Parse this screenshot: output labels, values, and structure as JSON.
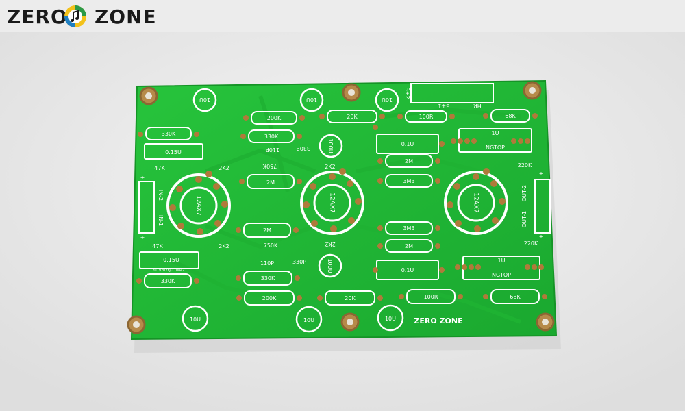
{
  "brand": {
    "left": "ZERO",
    "right": "ZONE"
  },
  "pcb": {
    "resistors": {
      "r330k_a": "330K",
      "r200k_a": "200K",
      "r330k_b": "330K",
      "r20k_a": "20K",
      "r100r_a": "100R",
      "r68k_a": "68K",
      "r47k_a": "47K",
      "r2k2_a": "2K2",
      "r750k_a": "750K",
      "r2k2_b": "2K2",
      "r2m_a": "2M",
      "r2m_b": "2M",
      "r3m3_a": "3M3",
      "r220k_a": "220K",
      "r2m_c": "2M",
      "r3m3_b": "3M3",
      "r2m_d": "2M",
      "r47k_b": "47K",
      "r2k2_c": "2K2",
      "r750k_b": "750K",
      "r2k2_d": "2K2",
      "r220k_b": "220K",
      "r330k_c": "330K",
      "r330k_d": "330K",
      "r200k_b": "200K",
      "r20k_b": "20K",
      "r100r_b": "100R",
      "r68k_b": "68K"
    },
    "caps": {
      "c10u_a": "10U",
      "c10u_b": "10U",
      "c10u_c": "10U",
      "c100u_a": "100U",
      "c100u_b": "100U",
      "c10u_d": "10U",
      "c10u_e": "10U",
      "c10u_f": "10U",
      "c015u_a": "0.15U",
      "c015u_b": "0.15U",
      "c01u_a": "0.1U",
      "c01u_b": "0.1U",
      "c110p_a": "110P",
      "c330p_a": "330P",
      "c110p_b": "110P",
      "c330p_b": "330P",
      "c1u_a": "1U",
      "c1u_b": "1U"
    },
    "tubes": {
      "v1": "12AX7",
      "v2": "12AX7",
      "v3": "12AX7"
    },
    "labels": {
      "ngtop_a": "NGTOP",
      "ngtop_b": "NGTOP",
      "in2": "IN-2",
      "in1": "IN-1",
      "out1": "OUT-1",
      "out2": "OUT-2",
      "b2": "B+2",
      "b1": "B+1",
      "hr": "HR",
      "plus_a": "+",
      "plus_b": "+",
      "plus_c": "+",
      "plus_d": "+",
      "serial": "2019202FJ-17084Z",
      "silk_brand": "ZERO ZONE"
    }
  }
}
